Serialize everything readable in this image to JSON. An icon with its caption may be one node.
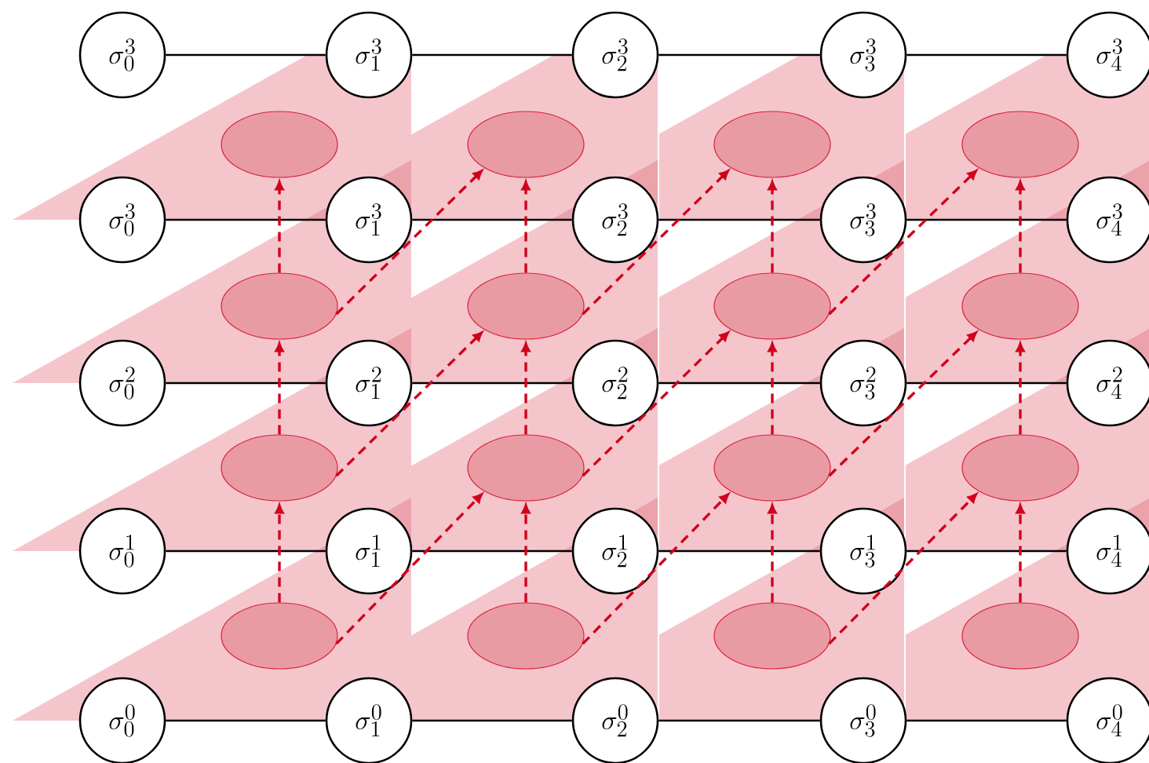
{
  "diagram": {
    "nodes": [
      {
        "text": [
          "\\sigma_0^3"
        ]
      },
      {
        "text": [
          "\\sigma_1^3"
        ]
      },
      {
        "text": [
          "\\sigma_2^3"
        ]
      },
      {
        "text": [
          "\\sigma_3^3"
        ]
      },
      {
        "text": [
          "\\sigma_4^3"
        ]
      },
      {
        "text": [],
        "shape": "ellipse"
      },
      {
        "text": [],
        "shape": "ellipse"
      },
      {
        "text": [],
        "shape": "ellipse"
      },
      {
        "text": [],
        "shape": "ellipse"
      },
      {
        "text": [
          "\\sigma_0^3"
        ]
      },
      {
        "text": [
          "\\sigma_1^3"
        ]
      },
      {
        "text": [
          "\\sigma_2^3"
        ]
      },
      {
        "text": [
          "\\sigma_3^3"
        ]
      },
      {
        "text": [
          "\\sigma_4^3"
        ]
      },
      {
        "text": [],
        "shape": "ellipse"
      },
      {
        "text": [],
        "shape": "ellipse"
      },
      {
        "text": [],
        "shape": "ellipse"
      },
      {
        "text": [],
        "shape": "ellipse"
      },
      {
        "text": [
          "\\sigma_0^2"
        ]
      },
      {
        "text": [
          "\\sigma_1^2"
        ]
      },
      {
        "text": [
          "\\sigma_2^2"
        ]
      },
      {
        "text": [
          "\\sigma_3^2"
        ]
      },
      {
        "text": [
          "\\sigma_4^2"
        ]
      },
      {
        "text": [],
        "shape": "ellipse"
      },
      {
        "text": [],
        "shape": "ellipse"
      },
      {
        "text": [],
        "shape": "ellipse"
      },
      {
        "text": [],
        "shape": "ellipse"
      },
      {
        "text": [
          "\\sigma_0^1"
        ]
      },
      {
        "text": [
          "\\sigma_1^1"
        ]
      },
      {
        "text": [
          "\\sigma_2^1"
        ]
      },
      {
        "text": [
          "\\sigma_3^1"
        ]
      },
      {
        "text": [
          "\\sigma_4^1"
        ]
      },
      {
        "text": [],
        "shape": "ellipse"
      },
      {
        "text": [],
        "shape": "ellipse"
      },
      {
        "text": [],
        "shape": "ellipse"
      },
      {
        "text": [],
        "shape": "ellipse"
      },
      {
        "text": [
          "\\sigma_0^0"
        ]
      },
      {
        "text": [
          "\\sigma_1^0"
        ]
      },
      {
        "text": [
          "\\sigma_2^0"
        ]
      },
      {
        "text": [
          "\\sigma_3^0"
        ]
      },
      {
        "text": [
          "\\sigma_4^0"
        ]
      }
    ],
    "edges": [
      {
        "from": 0,
        "to": 1,
        "arrow": "none",
        "color": "#000000"
      },
      {
        "from": 1,
        "to": 2,
        "arrow": "none",
        "color": "#000000"
      },
      {
        "from": 2,
        "to": 3,
        "arrow": "none",
        "color": "#000000"
      },
      {
        "from": 3,
        "to": 4,
        "arrow": "none",
        "color": "#000000"
      },
      {
        "from": 9,
        "to": 10,
        "arrow": "none",
        "color": "#000000"
      },
      {
        "from": 10,
        "to": 11,
        "arrow": "none",
        "color": "#000000"
      },
      {
        "from": 11,
        "to": 12,
        "arrow": "none",
        "color": "#000000"
      },
      {
        "from": 12,
        "to": 13,
        "arrow": "none",
        "color": "#000000"
      },
      {
        "from": 18,
        "to": 19,
        "arrow": "none",
        "color": "#000000"
      },
      {
        "from": 19,
        "to": 20,
        "arrow": "none",
        "color": "#000000"
      },
      {
        "from": 20,
        "to": 21,
        "arrow": "none",
        "color": "#000000"
      },
      {
        "from": 21,
        "to": 22,
        "arrow": "none",
        "color": "#000000"
      },
      {
        "from": 27,
        "to": 28,
        "arrow": "none",
        "color": "#000000"
      },
      {
        "from": 28,
        "to": 29,
        "arrow": "none",
        "color": "#000000"
      },
      {
        "from": 29,
        "to": 30,
        "arrow": "none",
        "color": "#000000"
      },
      {
        "from": 30,
        "to": 31,
        "arrow": "none",
        "color": "#000000"
      },
      {
        "from": 36,
        "to": 37,
        "arrow": "none",
        "color": "#000000"
      },
      {
        "from": 37,
        "to": 38,
        "arrow": "none",
        "color": "#000000"
      },
      {
        "from": 38,
        "to": 39,
        "arrow": "none",
        "color": "#000000"
      },
      {
        "from": 39,
        "to": 40,
        "arrow": "none",
        "color": "#000000"
      },
      {
        "from": 14,
        "to": 5,
        "arrow": "to",
        "style": "dashed",
        "color": "#d0021b"
      },
      {
        "from": 15,
        "to": 6,
        "arrow": "to",
        "style": "dashed",
        "color": "#d0021b"
      },
      {
        "from": 16,
        "to": 7,
        "arrow": "to",
        "style": "dashed",
        "color": "#d0021b"
      },
      {
        "from": 17,
        "to": 8,
        "arrow": "to",
        "style": "dashed",
        "color": "#d0021b"
      },
      {
        "from": 23,
        "to": 14,
        "arrow": "to",
        "style": "dashed",
        "color": "#d0021b"
      },
      {
        "from": 24,
        "to": 15,
        "arrow": "to",
        "style": "dashed",
        "color": "#d0021b"
      },
      {
        "from": 25,
        "to": 16,
        "arrow": "to",
        "style": "dashed",
        "color": "#d0021b"
      },
      {
        "from": 26,
        "to": 17,
        "arrow": "to",
        "style": "dashed",
        "color": "#d0021b"
      },
      {
        "from": 32,
        "to": 23,
        "arrow": "to",
        "style": "dashed",
        "color": "#d0021b"
      },
      {
        "from": 33,
        "to": 24,
        "arrow": "to",
        "style": "dashed",
        "color": "#d0021b"
      },
      {
        "from": 34,
        "to": 25,
        "arrow": "to",
        "style": "dashed",
        "color": "#d0021b"
      },
      {
        "from": 35,
        "to": 26,
        "arrow": "to",
        "style": "dashed",
        "color": "#d0021b"
      },
      {
        "from": 14,
        "to": 6,
        "arrow": "to",
        "style": "dashed",
        "color": "#d0021b"
      },
      {
        "from": 15,
        "to": 7,
        "arrow": "to",
        "style": "dashed",
        "color": "#d0021b"
      },
      {
        "from": 16,
        "to": 8,
        "arrow": "to",
        "style": "dashed",
        "color": "#d0021b"
      },
      {
        "from": 23,
        "to": 15,
        "arrow": "to",
        "style": "dashed",
        "color": "#d0021b"
      },
      {
        "from": 24,
        "to": 16,
        "arrow": "to",
        "style": "dashed",
        "color": "#d0021b"
      },
      {
        "from": 25,
        "to": 17,
        "arrow": "to",
        "style": "dashed",
        "color": "#d0021b"
      },
      {
        "from": 32,
        "to": 24,
        "arrow": "to",
        "style": "dashed",
        "color": "#d0021b"
      },
      {
        "from": 33,
        "to": 25,
        "arrow": "to",
        "style": "dashed",
        "color": "#d0021b"
      },
      {
        "from": 34,
        "to": 26,
        "arrow": "to",
        "style": "dashed",
        "color": "#d0021b"
      }
    ]
  }
}
